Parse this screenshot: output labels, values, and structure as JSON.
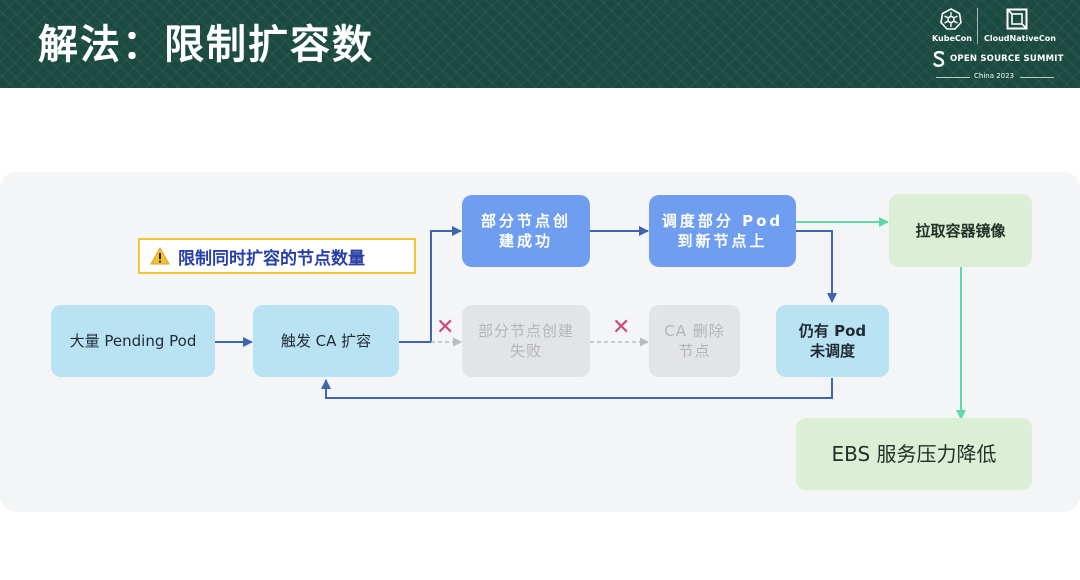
{
  "header": {
    "title": "解法：限制扩容数",
    "logos": {
      "kubecon": "KubeCon",
      "cloudnativecon": "CloudNativeCon",
      "oss": "OPEN SOURCE SUMMIT",
      "year": "China 2023"
    }
  },
  "diagram": {
    "warning_label": "限制同时扩容的节点数量",
    "nodes": {
      "pending": "大量 Pending Pod",
      "trigger": "触发 CA 扩容",
      "partial_success": [
        "部分节点创",
        "建成功"
      ],
      "schedule_partial": [
        "调度部分 Pod",
        "到新节点上"
      ],
      "still_pending": [
        "仍有 Pod",
        "未调度"
      ],
      "pull_image": "拉取容器镜像",
      "ebs": "EBS 服务压力降低",
      "partial_fail": [
        "部分节点创建",
        "失败"
      ],
      "ca_delete": [
        "CA 删除",
        "节点"
      ]
    },
    "colors": {
      "primary_arrow": "#3f65ad",
      "green_arrow": "#5fd9a8",
      "failed_arrow": "#b9bbbe",
      "x_mark": "#c94a7c",
      "warning_border": "#f3c63a"
    }
  }
}
